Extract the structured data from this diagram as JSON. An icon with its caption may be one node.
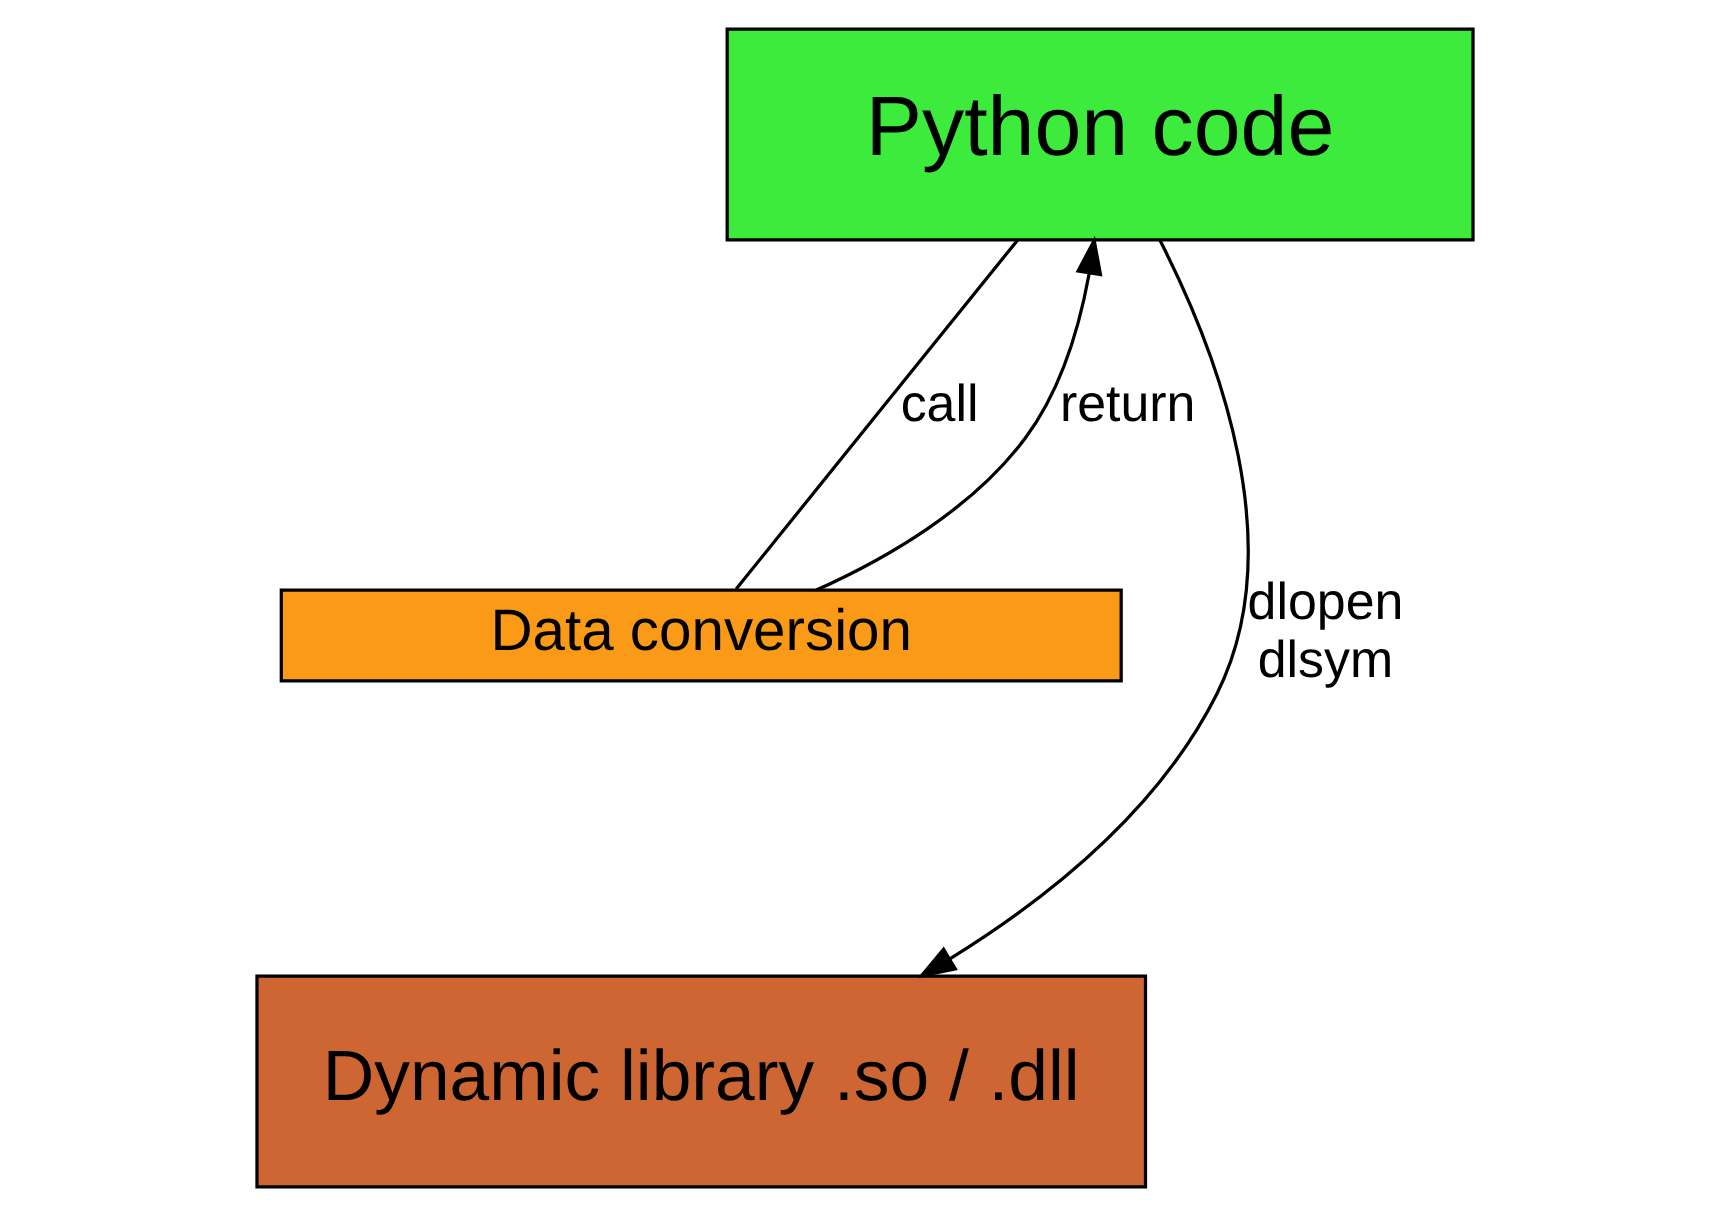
{
  "diagram": {
    "nodes": [
      {
        "text": [
          "Python code"
        ]
      },
      {
        "text": [
          "Data conversion"
        ]
      },
      {
        "text": [
          "Dynamic library .so / .dll"
        ]
      }
    ],
    "edges": [
      {
        "from": 0,
        "to": 2,
        "arrow": "to",
        "label": "dlopen dlsym"
      },
      {
        "from": 0,
        "to": 1,
        "arrow": "none",
        "label": "call"
      },
      {
        "from": 1,
        "to": 0,
        "arrow": "to",
        "label": "return"
      }
    ]
  }
}
